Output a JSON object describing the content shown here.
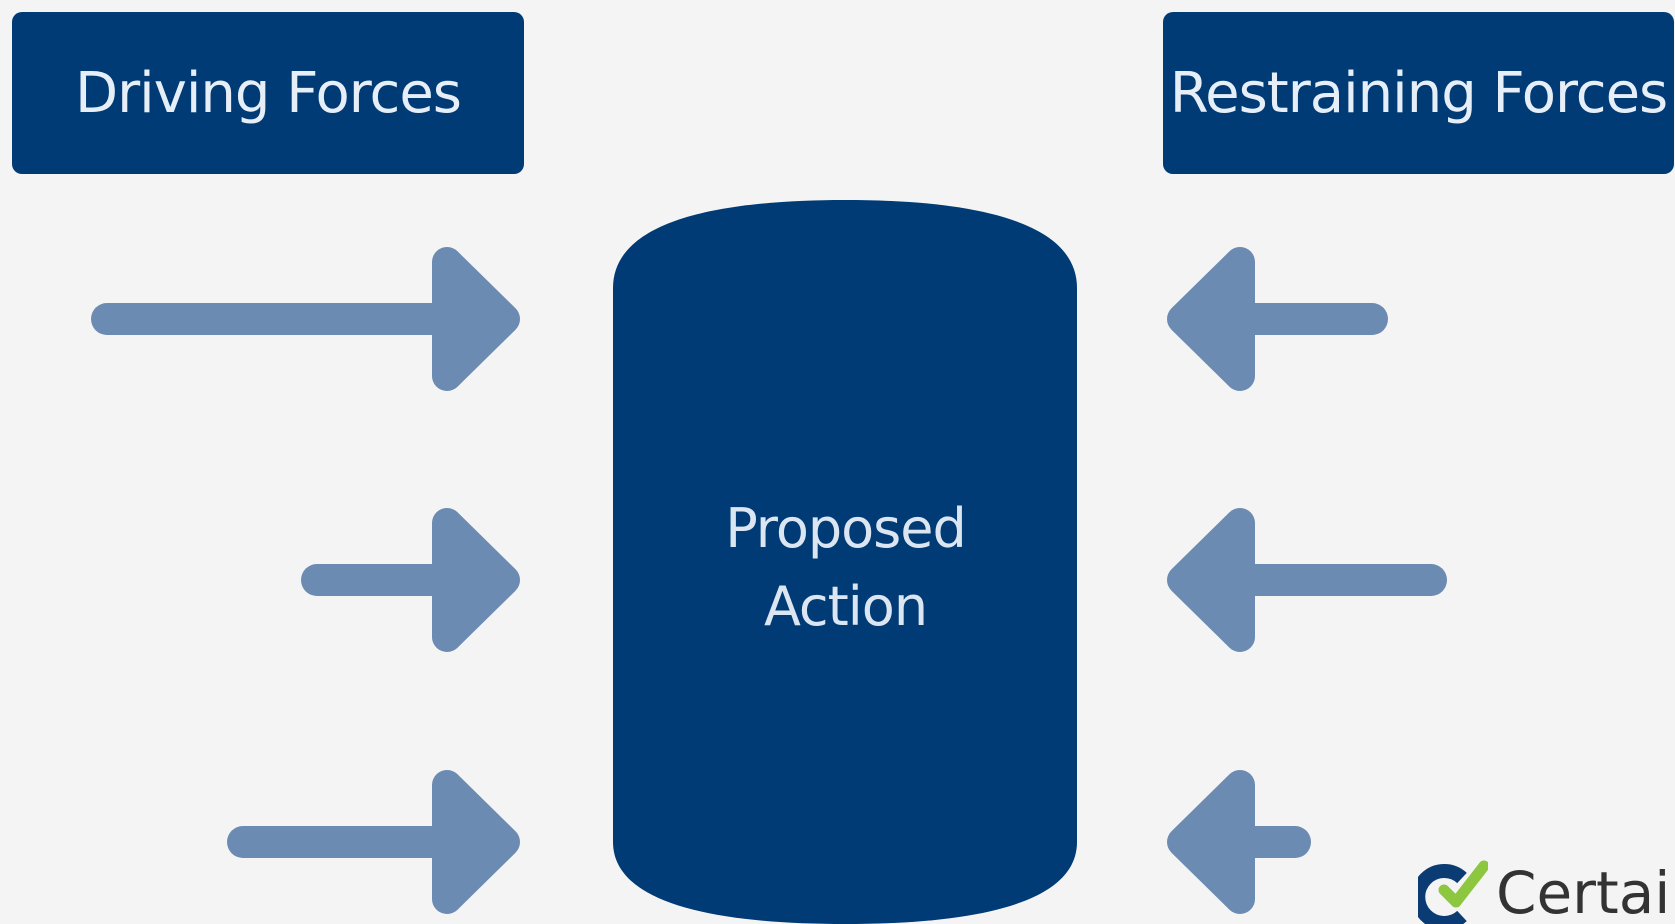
{
  "headers": {
    "driving": "Driving Forces",
    "restraining": "Restraining Forces"
  },
  "center": {
    "line1": "Proposed",
    "line2": "Action"
  },
  "logo": {
    "text": "Certai",
    "icon": "checkmark-c-logo-icon"
  },
  "colors": {
    "background": "#f4f4f4",
    "box": "#003b75",
    "arrow": "#6b8bb2",
    "box_text": "#e6eef7",
    "logo_green": "#8dc63f",
    "logo_blue": "#0a3c73"
  },
  "arrows": {
    "driving_count": 3,
    "restraining_count": 3
  }
}
